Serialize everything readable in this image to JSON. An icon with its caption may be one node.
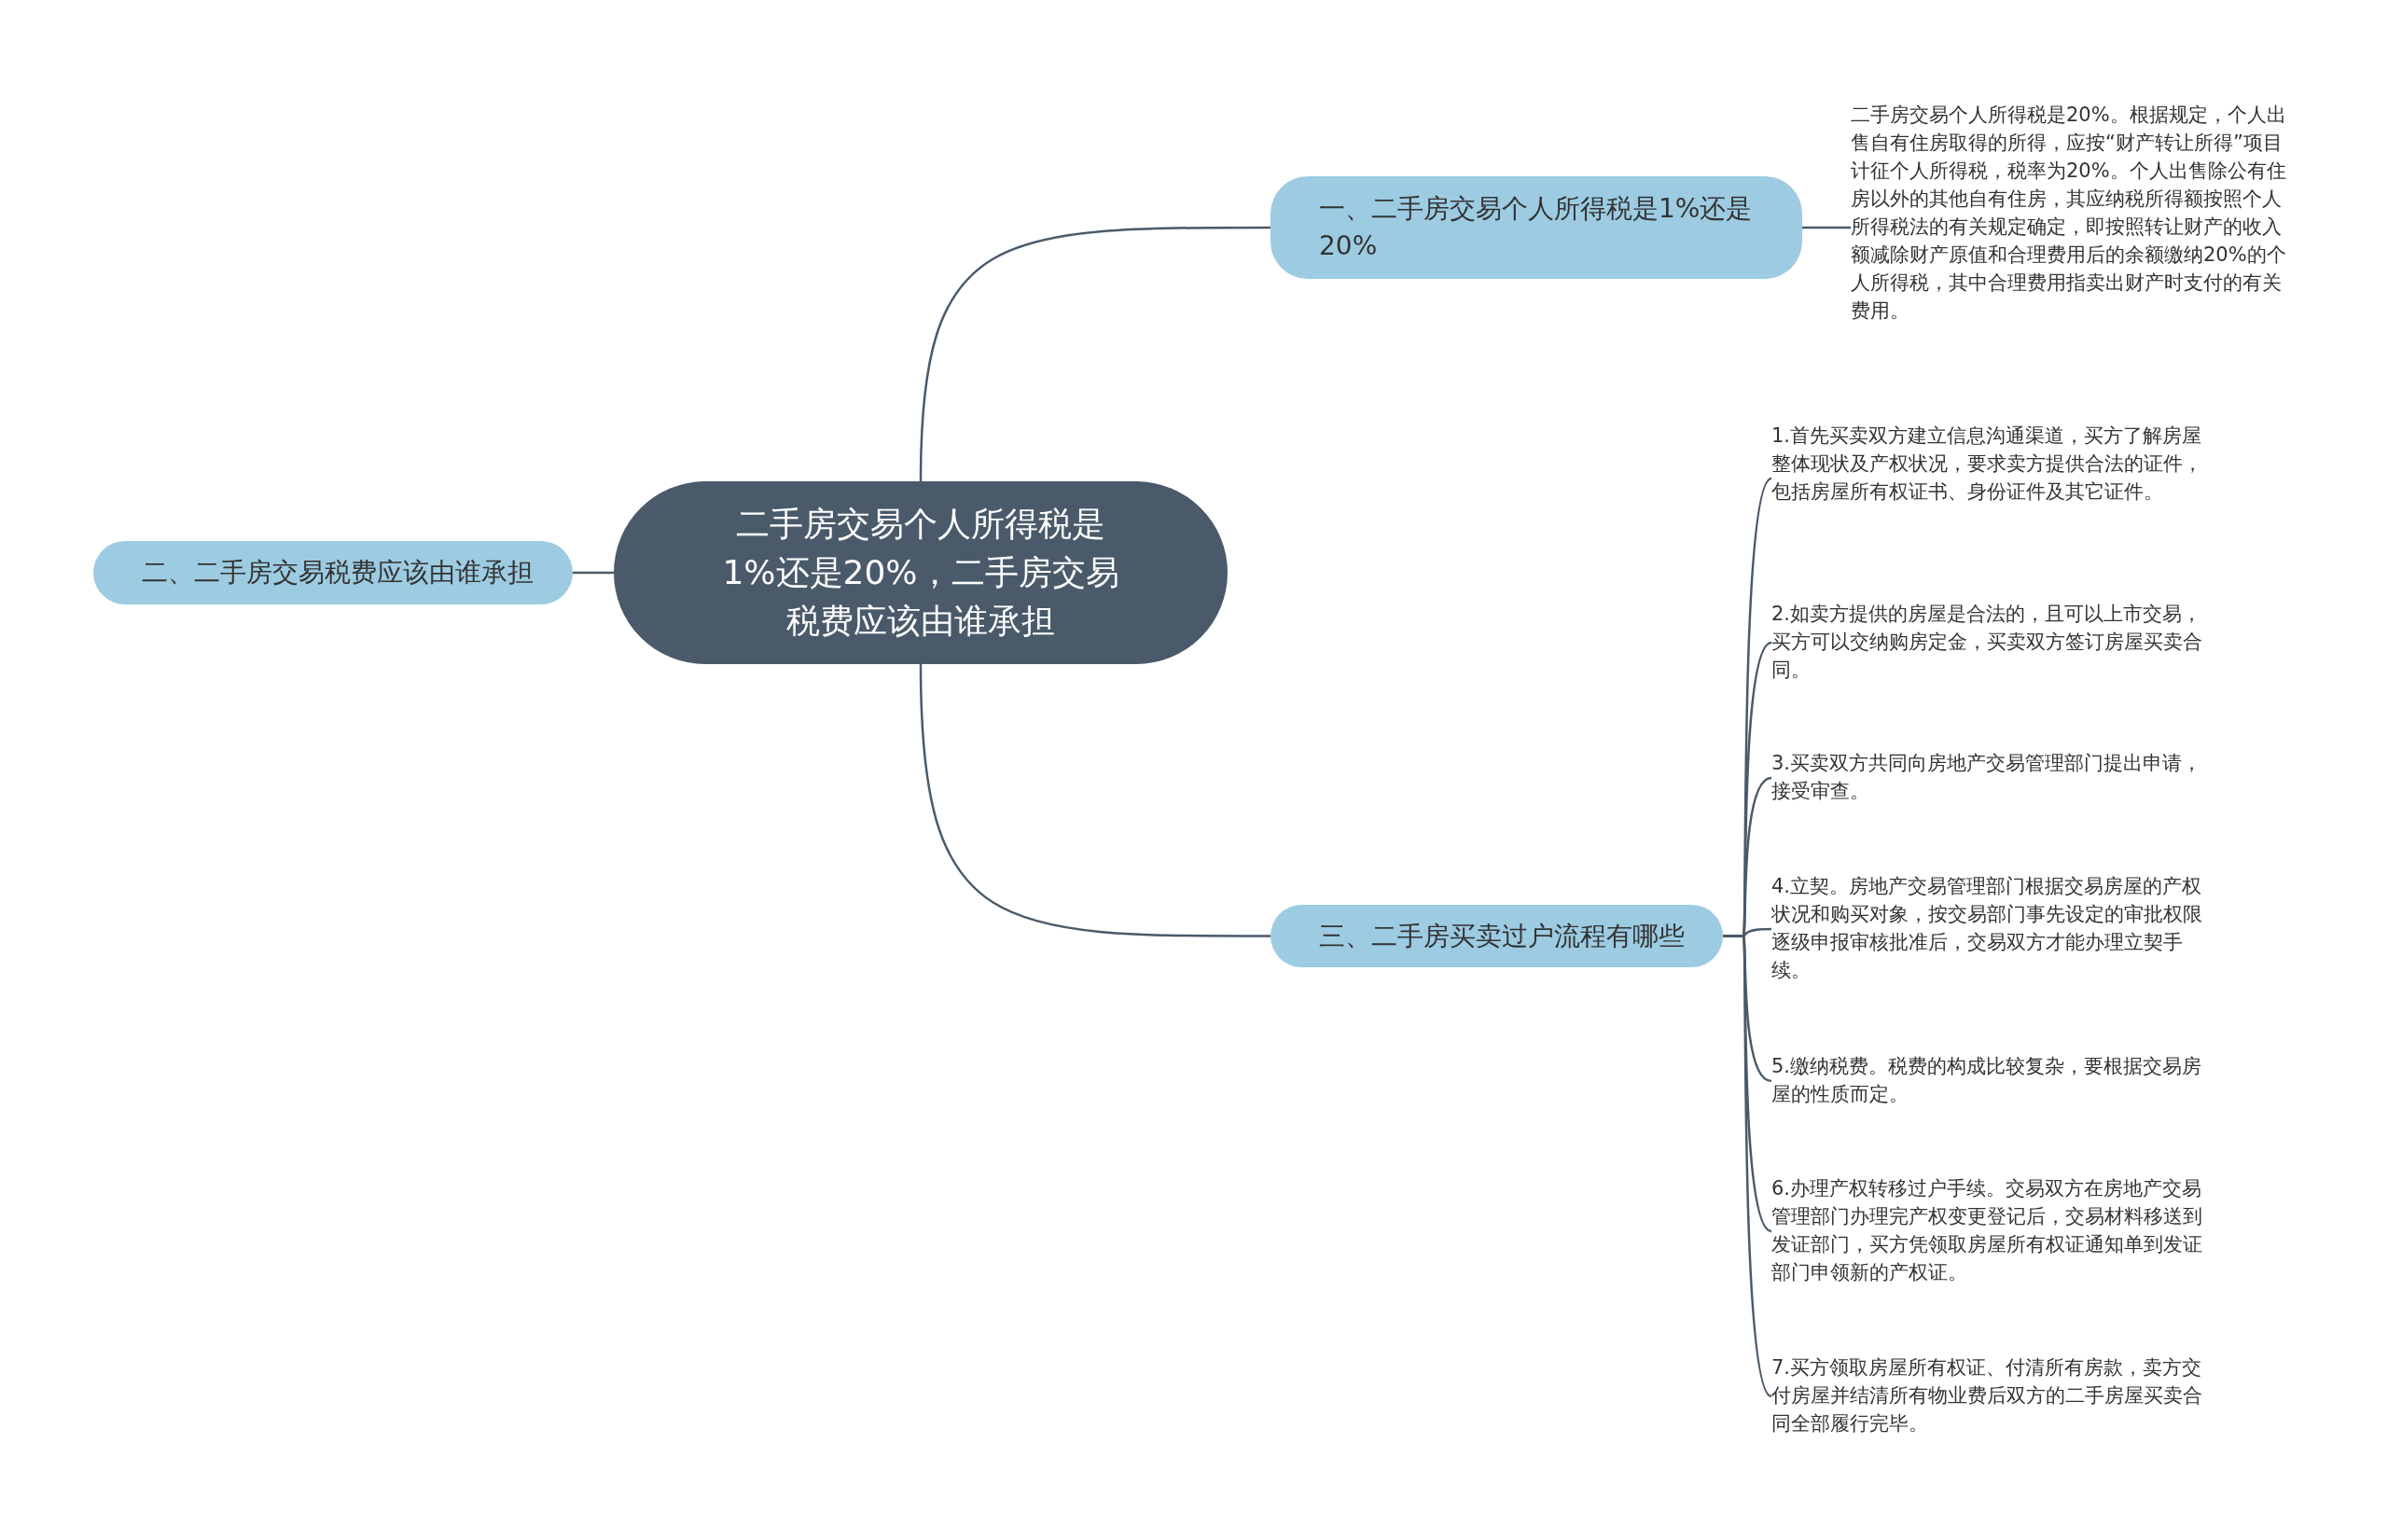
{
  "diagram": {
    "nodes": [
      {
        "text": [
          "二手房交易个人所得税是1%还是20%，二手房交易税费应该由谁承担"
        ]
      },
      {
        "text": [
          "一、二手房交易个人所得税是1%还是20%"
        ]
      },
      {
        "text": [
          "二手房交易个人所得税是20%。根据规定，个人出售自有住房取得的所得，应按“财产转让所得”项目计征个人所得税，税率为20%。个人出售除公有住房以外的其他自有住房，其应纳税所得额按照个人所得税法的有关规定确定，即按照转让财产的收入额减除财产原值和合理费用后的余额缴纳20%的个人所得税，其中合理费用指卖出财产时支付的有关费用。"
        ]
      },
      {
        "text": [
          "二、二手房交易税费应该由谁承担"
        ]
      },
      {
        "text": [
          "三、二手房买卖过户流程有哪些"
        ]
      },
      {
        "text": [
          "1.首先买卖双方建立信息沟通渠道，买方了解房屋整体现状及产权状况，要求卖方提供合法的证件，包括房屋所有权证书、身份证件及其它证件。"
        ]
      },
      {
        "text": [
          "2.如卖方提供的房屋是合法的，且可以上市交易，买方可以交纳购房定金，买卖双方签订房屋买卖合同。"
        ]
      },
      {
        "text": [
          "3.买卖双方共同向房地产交易管理部门提出申请，接受审查。"
        ]
      },
      {
        "text": [
          "4.立契。房地产交易管理部门根据交易房屋的产权状况和购买对象，按交易部门事先设定的审批权限逐级申报审核批准后，交易双方才能办理立契手续。"
        ]
      },
      {
        "text": [
          "5.缴纳税费。税费的构成比较复杂，要根据交易房屋的性质而定。"
        ]
      },
      {
        "text": [
          "6.办理产权转移过户手续。交易双方在房地产交易管理部门办理完产权变更登记后，交易材料移送到发证部门，买方凭领取房屋所有权证通知单到发证部门申领新的产权证。"
        ]
      },
      {
        "text": [
          "7.买方领取房屋所有权证、付清所有房款，卖方交付房屋并结清所有物业费后双方的二手房屋买卖合同全部履行完毕。"
        ]
      }
    ],
    "edges": [
      {
        "from": 0,
        "to": 1,
        "arrow": "none"
      },
      {
        "from": 1,
        "to": 2,
        "arrow": "none"
      },
      {
        "from": 0,
        "to": 3,
        "arrow": "none"
      },
      {
        "from": 0,
        "to": 4,
        "arrow": "none"
      },
      {
        "from": 4,
        "to": 5,
        "arrow": "none"
      },
      {
        "from": 4,
        "to": 6,
        "arrow": "none"
      },
      {
        "from": 4,
        "to": 7,
        "arrow": "none"
      },
      {
        "from": 4,
        "to": 8,
        "arrow": "none"
      },
      {
        "from": 4,
        "to": 9,
        "arrow": "none"
      },
      {
        "from": 4,
        "to": 10,
        "arrow": "none"
      },
      {
        "from": 4,
        "to": 11,
        "arrow": "none"
      }
    ]
  }
}
